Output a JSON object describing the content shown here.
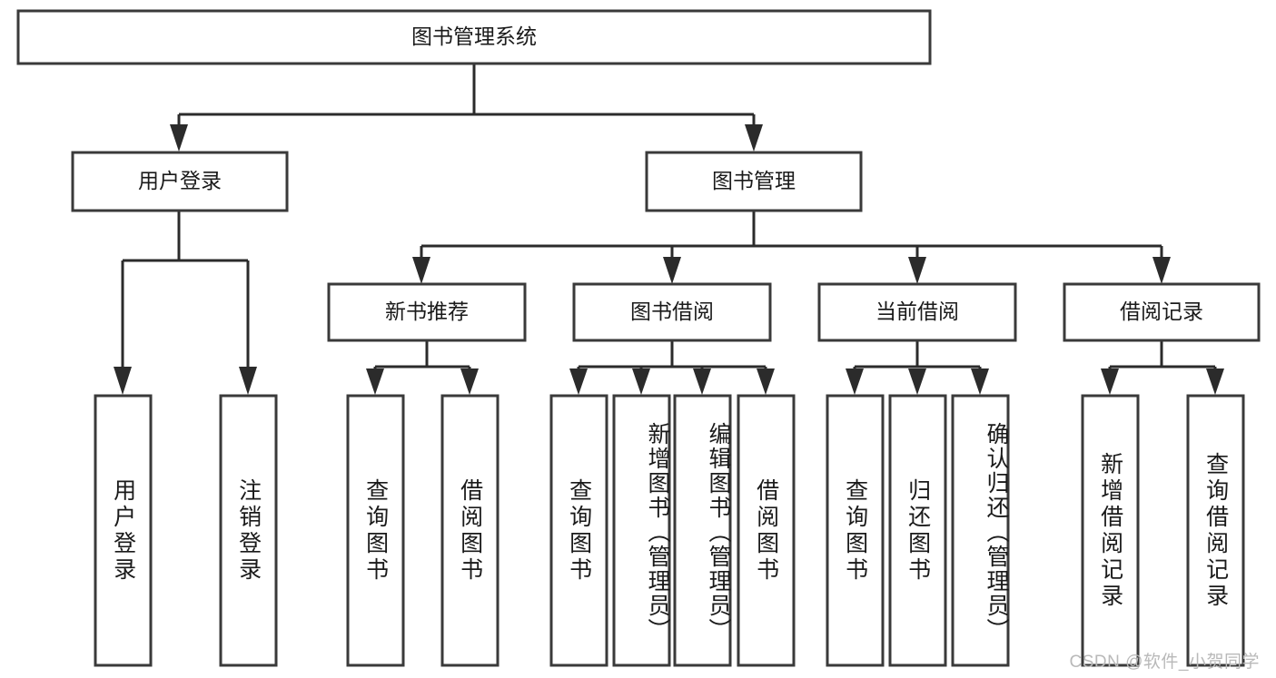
{
  "diagram": {
    "title": "图书管理系统",
    "type": "hierarchy-tree",
    "levels": 4,
    "root": {
      "id": "root",
      "label": "图书管理系统",
      "orientation": "horizontal"
    },
    "level2": [
      {
        "id": "user-login",
        "label": "用户登录",
        "orientation": "horizontal"
      },
      {
        "id": "book-management",
        "label": "图书管理",
        "orientation": "horizontal"
      }
    ],
    "level3": [
      {
        "id": "new-book-recommend",
        "label": "新书推荐",
        "orientation": "horizontal",
        "parent": "book-management"
      },
      {
        "id": "book-borrow",
        "label": "图书借阅",
        "orientation": "horizontal",
        "parent": "book-management"
      },
      {
        "id": "current-borrow",
        "label": "当前借阅",
        "orientation": "horizontal",
        "parent": "book-management"
      },
      {
        "id": "borrow-record",
        "label": "借阅记录",
        "orientation": "horizontal",
        "parent": "book-management"
      }
    ],
    "leaves": {
      "user-login": [
        {
          "id": "leaf-user-login",
          "label": "用户登录",
          "orientation": "vertical"
        },
        {
          "id": "leaf-user-logout",
          "label": "注销登录",
          "orientation": "vertical"
        }
      ],
      "new-book-recommend": [
        {
          "id": "leaf-query-book-1",
          "label": "查询图书",
          "orientation": "vertical"
        },
        {
          "id": "leaf-borrow-book-1",
          "label": "借阅图书",
          "orientation": "vertical"
        }
      ],
      "book-borrow": [
        {
          "id": "leaf-query-book-2",
          "label": "查询图书",
          "orientation": "vertical"
        },
        {
          "id": "leaf-add-book",
          "label": "新增图书（管理员）",
          "orientation": "vertical"
        },
        {
          "id": "leaf-edit-book",
          "label": "编辑图书（管理员）",
          "orientation": "vertical"
        },
        {
          "id": "leaf-borrow-book-2",
          "label": "借阅图书",
          "orientation": "vertical"
        }
      ],
      "current-borrow": [
        {
          "id": "leaf-query-book-3",
          "label": "查询图书",
          "orientation": "vertical"
        },
        {
          "id": "leaf-return-book",
          "label": "归还图书",
          "orientation": "vertical"
        },
        {
          "id": "leaf-confirm-return",
          "label": "确认归还（管理员）",
          "orientation": "vertical"
        }
      ],
      "borrow-record": [
        {
          "id": "leaf-add-record",
          "label": "新增借阅记录",
          "orientation": "vertical"
        },
        {
          "id": "leaf-query-record",
          "label": "查询借阅记录",
          "orientation": "vertical"
        }
      ]
    },
    "colors": {
      "box_border": "#3a3a3a",
      "box_fill": "#ffffff",
      "connector": "#2b2b2b",
      "text": "#1a1a1a",
      "background": "#ffffff",
      "watermark": "#b9b9b9"
    }
  },
  "watermark": {
    "text": "CSDN @软件_小贺同学"
  }
}
